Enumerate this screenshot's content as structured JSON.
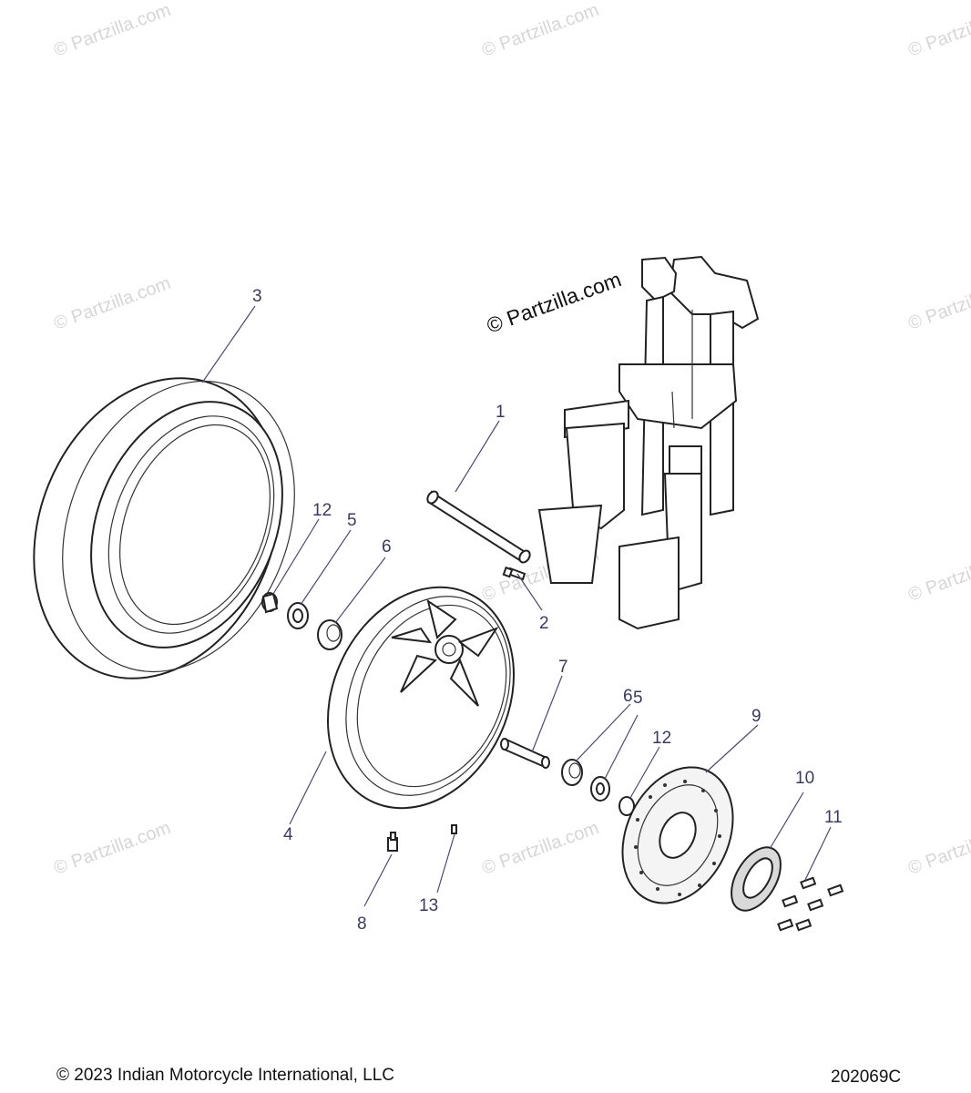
{
  "watermark": {
    "text": "© Partzilla.com",
    "main_text": "© Partzilla.com"
  },
  "callouts": {
    "c1": "1",
    "c2": "2",
    "c3": "3",
    "c4": "4",
    "c5a": "5",
    "c5b": "5",
    "c6a": "6",
    "c6b": "6",
    "c7": "7",
    "c8": "8",
    "c9": "9",
    "c10": "10",
    "c11": "11",
    "c12a": "12",
    "c12b": "12",
    "c13": "13"
  },
  "footer": {
    "copyright": "© 2023 Indian Motorcycle International, LLC",
    "diagram_id": "202069C"
  }
}
